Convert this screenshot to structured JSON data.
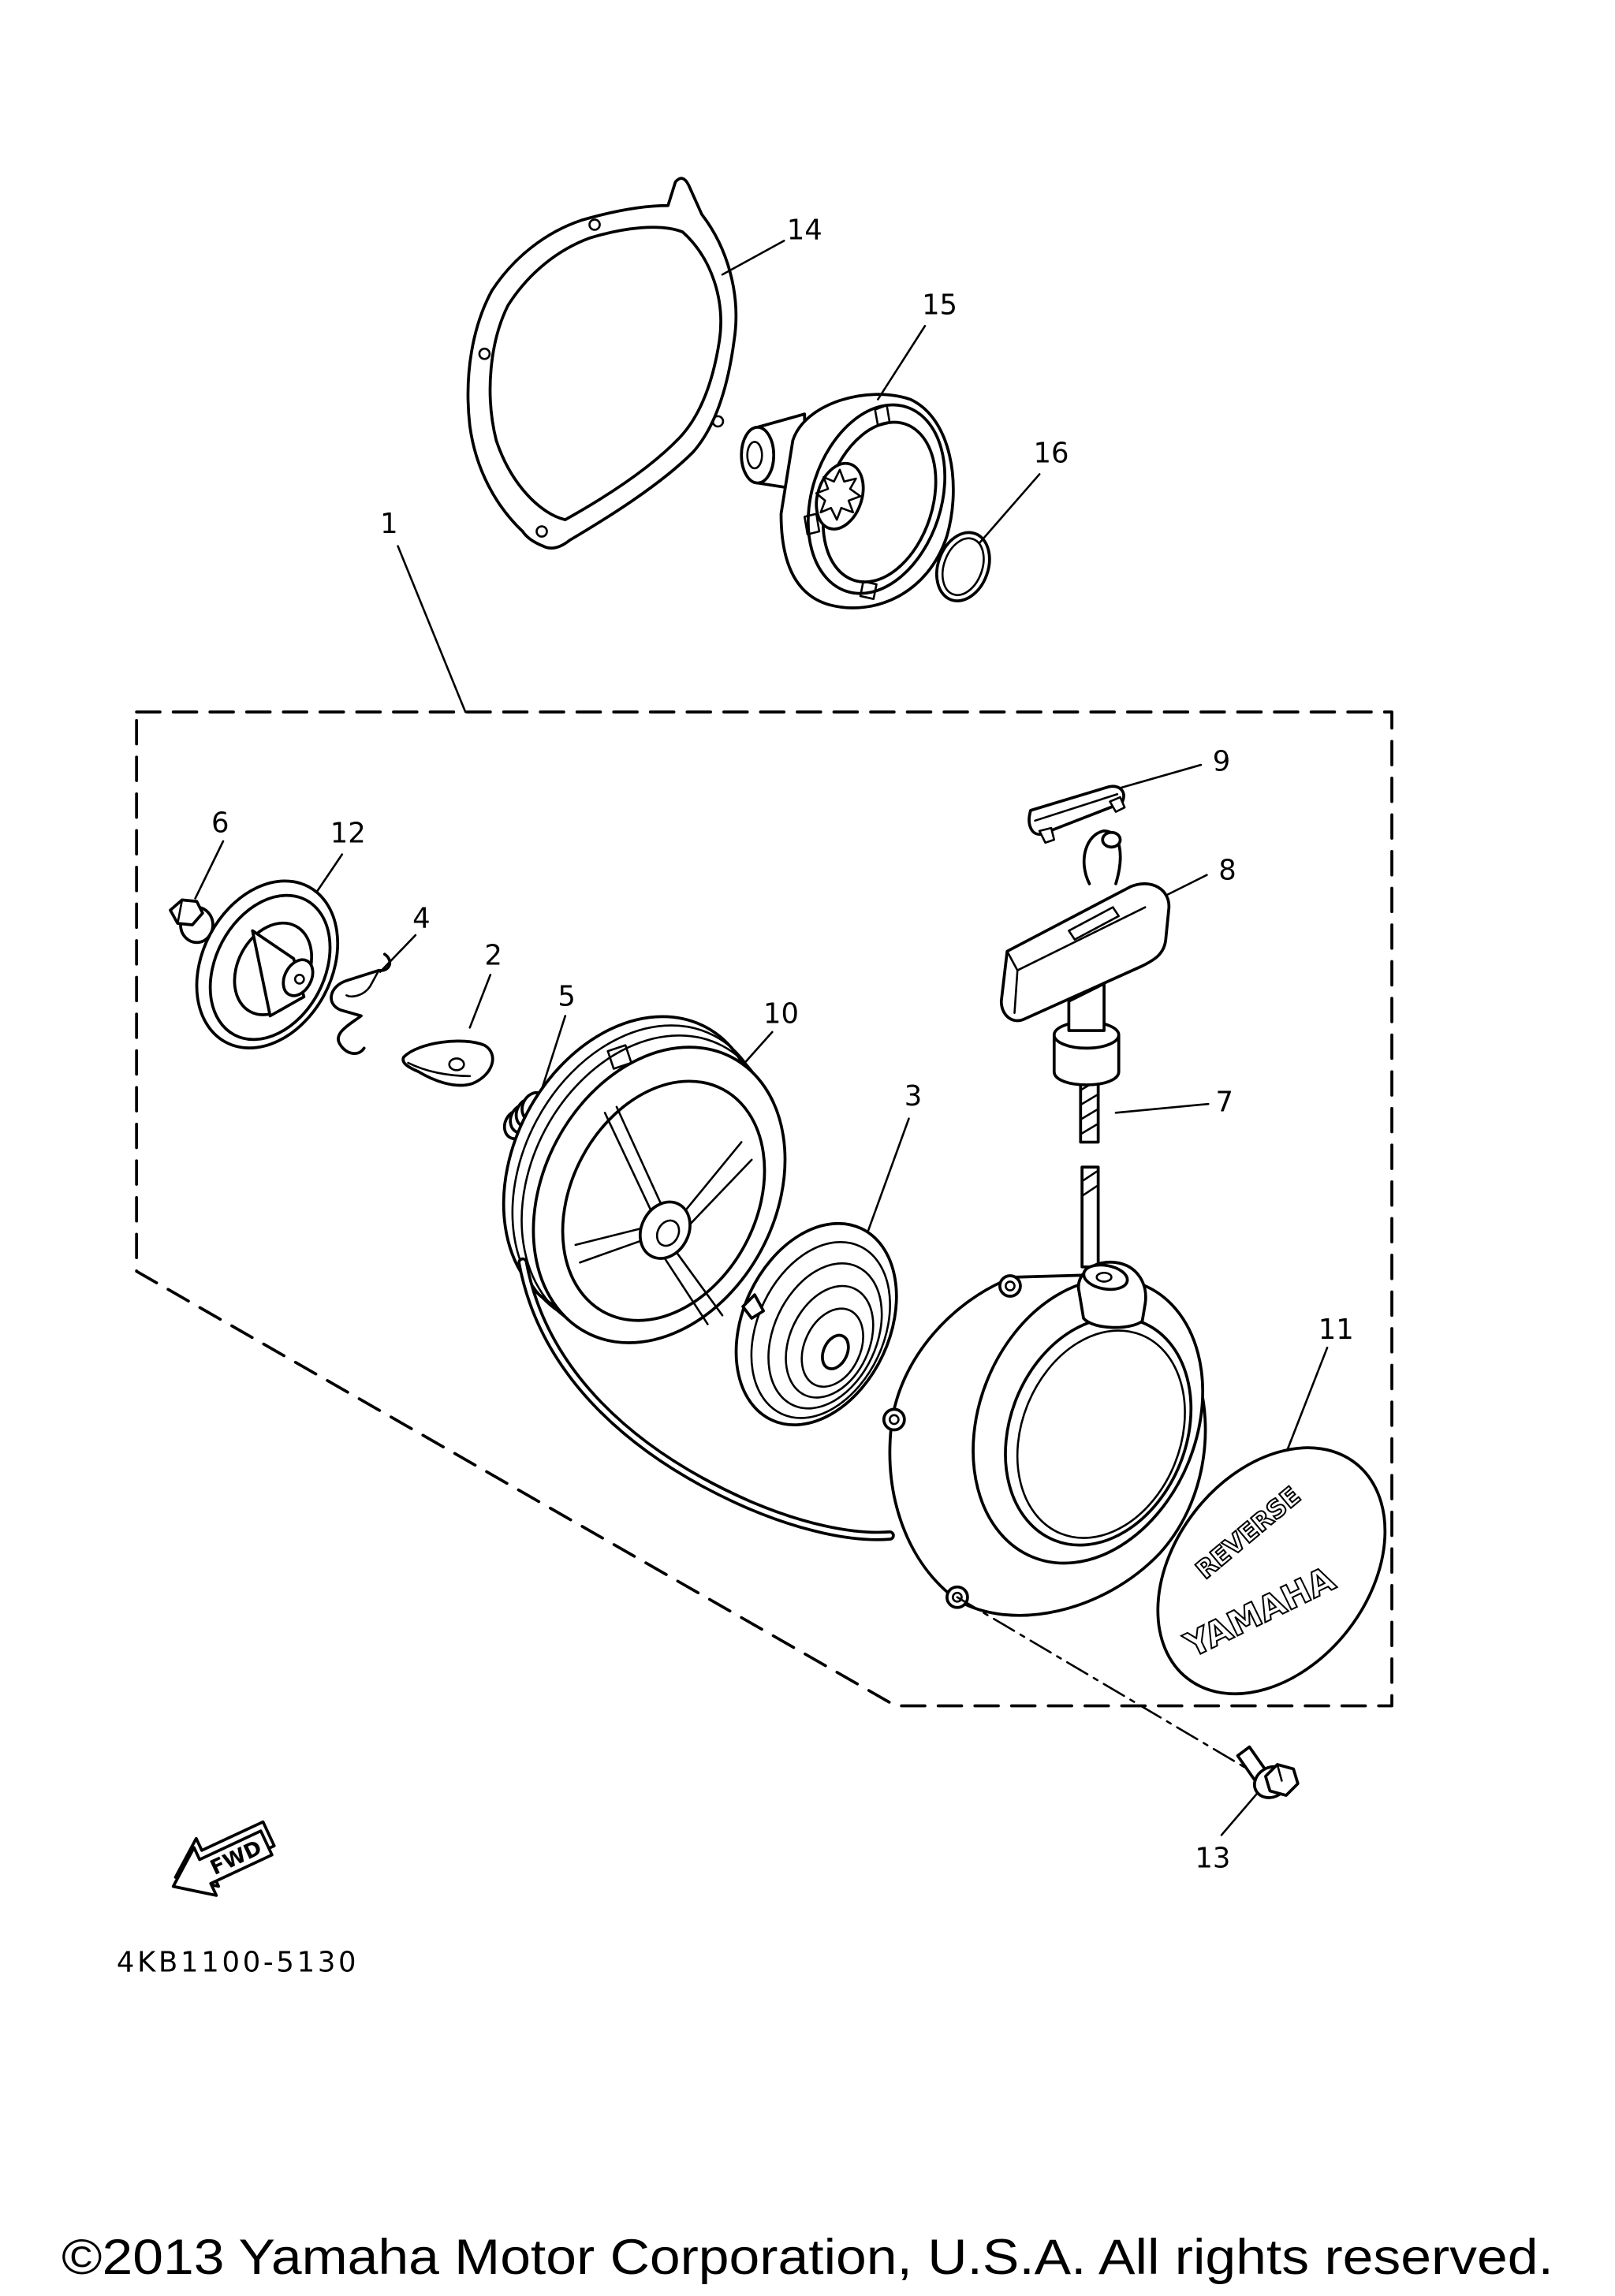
{
  "page": {
    "background": "#ffffff",
    "line_color": "#000000"
  },
  "diagram": {
    "callouts": [
      "1",
      "2",
      "3",
      "4",
      "5",
      "6",
      "7",
      "8",
      "9",
      "10",
      "11",
      "12",
      "13",
      "14",
      "15",
      "16"
    ],
    "emblem_text": {
      "top": "REVERSE",
      "center": "YAMAHA"
    },
    "fwd_label": "FWD",
    "part_code": "4KB1100-5130"
  },
  "footer": {
    "copyright": "©2013 Yamaha Motor Corporation, U.S.A. All rights reserved."
  }
}
